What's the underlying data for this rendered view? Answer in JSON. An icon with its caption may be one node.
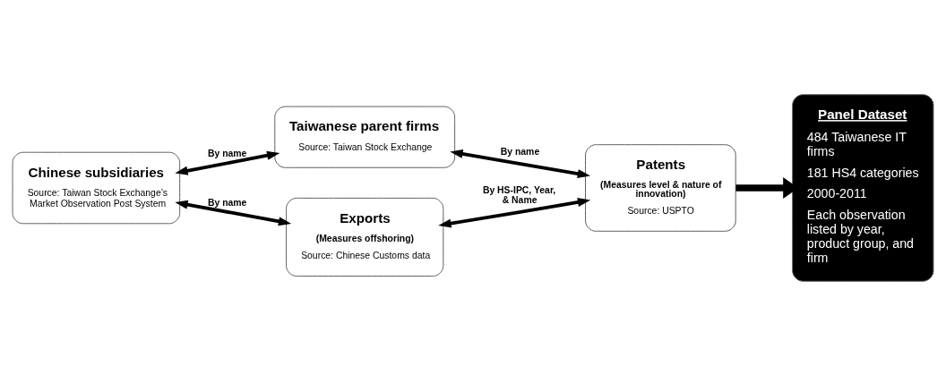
{
  "diagram": {
    "nodes": [
      {
        "text": [
          "Taiwanese parent firms",
          "Source: Taiwan Stock Exchange"
        ]
      },
      {
        "text": [
          "Chinese subsidiaries",
          "Source: Taiwan Stock Exchange’s Market Observation Post System"
        ]
      },
      {
        "text": [
          "Patents",
          "(Measures level & nature of innovation)",
          "Source: USPTO"
        ]
      },
      {
        "text": [
          "Exports",
          "(Measures offshoring)",
          "Source: Chinese Customs data"
        ]
      },
      {
        "text": [
          "Panel Dataset",
          "484 Taiwanese IT firms",
          "181 HS4 categories",
          "2000-2011",
          "Each observation listed by year, product group, and firm"
        ]
      }
    ],
    "edges": [
      {
        "from": 0,
        "to": 1,
        "arrow": "both",
        "label": "By name"
      },
      {
        "from": 0,
        "to": 2,
        "arrow": "both",
        "label": "By name"
      },
      {
        "from": 1,
        "to": 3,
        "arrow": "both",
        "label": "By name"
      },
      {
        "from": 3,
        "to": 2,
        "arrow": "both",
        "label": "By HS-IPC, Year, & Name"
      },
      {
        "from": 2,
        "to": 4,
        "arrow": "to",
        "style": "thick"
      }
    ]
  }
}
